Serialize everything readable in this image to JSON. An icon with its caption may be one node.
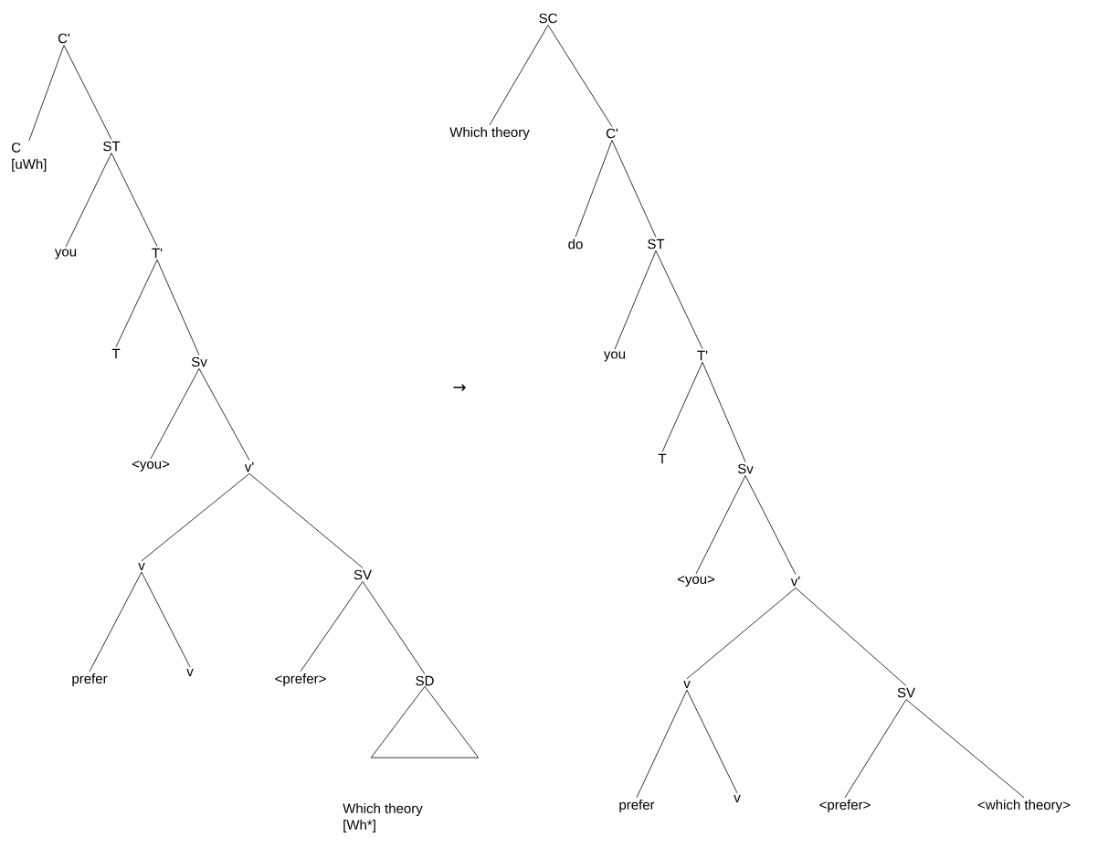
{
  "diagram": {
    "nodes": [
      {
        "text": [
          "C'"
        ]
      },
      {
        "text": [
          "C",
          "[uWh]"
        ]
      },
      {
        "text": [
          "ST"
        ]
      },
      {
        "text": [
          "you"
        ]
      },
      {
        "text": [
          "T'"
        ]
      },
      {
        "text": [
          "T"
        ]
      },
      {
        "text": [
          "Sv"
        ]
      },
      {
        "text": [
          "<you>"
        ]
      },
      {
        "text": [
          "v'"
        ]
      },
      {
        "text": [
          "v"
        ]
      },
      {
        "text": [
          "SV"
        ]
      },
      {
        "text": [
          "prefer"
        ]
      },
      {
        "text": [
          "v"
        ]
      },
      {
        "text": [
          "<prefer>"
        ]
      },
      {
        "text": [
          "SD"
        ]
      },
      {
        "text": [],
        "shape": "triangle"
      },
      {
        "text": [
          "Which theory",
          "[Wh*]"
        ]
      },
      {
        "text": [
          "SC"
        ]
      },
      {
        "text": [
          "Which theory"
        ]
      },
      {
        "text": [
          "C'"
        ]
      },
      {
        "text": [
          "do"
        ]
      },
      {
        "text": [
          "ST"
        ]
      },
      {
        "text": [
          "you"
        ]
      },
      {
        "text": [
          "T'"
        ]
      },
      {
        "text": [
          "T"
        ]
      },
      {
        "text": [
          "Sv"
        ]
      },
      {
        "text": [
          "<you>"
        ]
      },
      {
        "text": [
          "v'"
        ]
      },
      {
        "text": [
          "v"
        ]
      },
      {
        "text": [
          "SV"
        ]
      },
      {
        "text": [
          "prefer"
        ]
      },
      {
        "text": [
          "v"
        ]
      },
      {
        "text": [
          "<prefer>"
        ]
      },
      {
        "text": [
          "<which theory>"
        ]
      }
    ],
    "edges": [
      {
        "from": 0,
        "to": 1,
        "arrow": "none"
      },
      {
        "from": 0,
        "to": 2,
        "arrow": "none"
      },
      {
        "from": 2,
        "to": 3,
        "arrow": "none"
      },
      {
        "from": 2,
        "to": 4,
        "arrow": "none"
      },
      {
        "from": 4,
        "to": 5,
        "arrow": "none"
      },
      {
        "from": 4,
        "to": 6,
        "arrow": "none"
      },
      {
        "from": 6,
        "to": 7,
        "arrow": "none"
      },
      {
        "from": 6,
        "to": 8,
        "arrow": "none"
      },
      {
        "from": 8,
        "to": 9,
        "arrow": "none"
      },
      {
        "from": 8,
        "to": 10,
        "arrow": "none"
      },
      {
        "from": 9,
        "to": 11,
        "arrow": "none"
      },
      {
        "from": 9,
        "to": 12,
        "arrow": "none"
      },
      {
        "from": 10,
        "to": 13,
        "arrow": "none"
      },
      {
        "from": 10,
        "to": 14,
        "arrow": "none"
      },
      {
        "from": 17,
        "to": 18,
        "arrow": "none"
      },
      {
        "from": 17,
        "to": 19,
        "arrow": "none"
      },
      {
        "from": 19,
        "to": 20,
        "arrow": "none"
      },
      {
        "from": 19,
        "to": 21,
        "arrow": "none"
      },
      {
        "from": 21,
        "to": 22,
        "arrow": "none"
      },
      {
        "from": 21,
        "to": 23,
        "arrow": "none"
      },
      {
        "from": 23,
        "to": 24,
        "arrow": "none"
      },
      {
        "from": 23,
        "to": 25,
        "arrow": "none"
      },
      {
        "from": 25,
        "to": 26,
        "arrow": "none"
      },
      {
        "from": 25,
        "to": 27,
        "arrow": "none"
      },
      {
        "from": 27,
        "to": 28,
        "arrow": "none"
      },
      {
        "from": 27,
        "to": 29,
        "arrow": "none"
      },
      {
        "from": 28,
        "to": 30,
        "arrow": "none"
      },
      {
        "from": 28,
        "to": 31,
        "arrow": "none"
      },
      {
        "from": 29,
        "to": 32,
        "arrow": "none"
      },
      {
        "from": 29,
        "to": 33,
        "arrow": "none"
      }
    ],
    "labels": [
      "→"
    ]
  }
}
